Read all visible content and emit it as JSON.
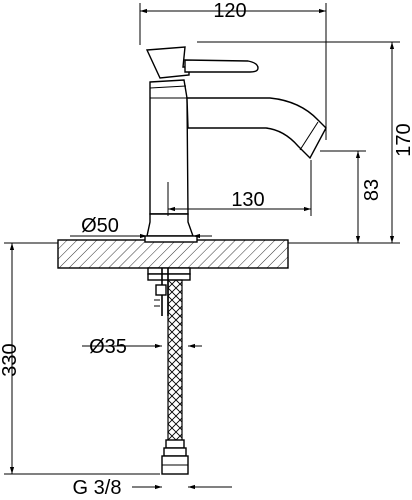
{
  "dimensions": {
    "width_top": "120",
    "height_total": "170",
    "spout_height": "83",
    "spout_reach": "130",
    "base_diameter": "Ø50",
    "hole_diameter": "Ø35",
    "hose_length": "330",
    "connection_thread": "G 3/8"
  }
}
